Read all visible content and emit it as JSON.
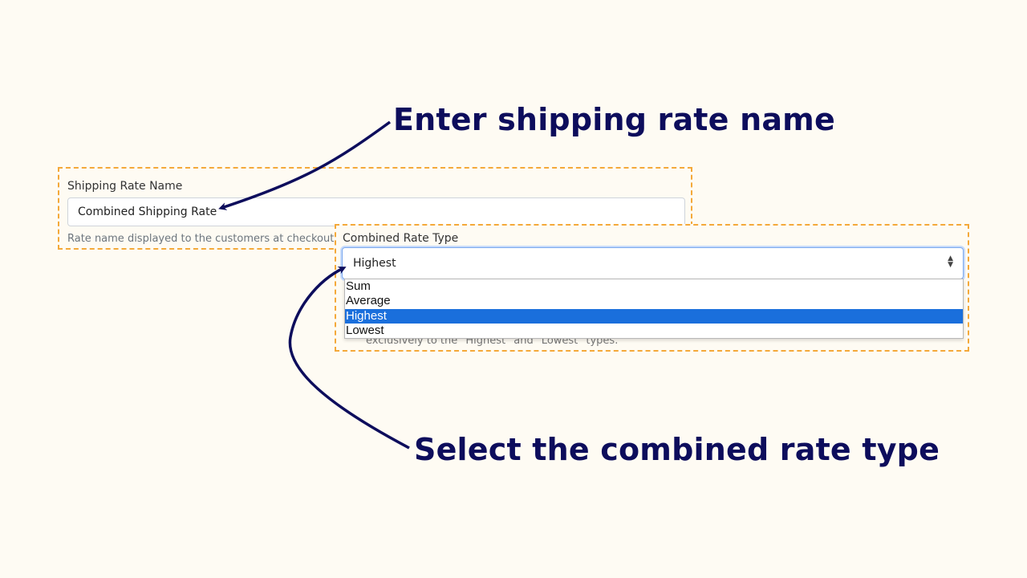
{
  "annotations": {
    "name_callout": "Enter shipping rate name",
    "type_callout": "Select the combined rate type"
  },
  "shipping_rate_name": {
    "label": "Shipping Rate Name",
    "value": "Combined Shipping Rate",
    "help_text": "Rate name displayed to the customers at checkout."
  },
  "combined_rate_type": {
    "label": "Combined Rate Type",
    "selected": "Highest",
    "options": [
      "Sum",
      "Average",
      "Highest",
      "Lowest"
    ],
    "selected_index": 2,
    "help_text_partial": "exclusively to the \"Highest\" and \"Lowest\" types."
  },
  "colors": {
    "annotation_text": "#0d0d5c",
    "highlight_border": "#f4a93a",
    "selected_option_bg": "#1a6fdc",
    "background": "#fefbf3"
  },
  "icons": {
    "select_arrows": "up-down-chevron-icon",
    "callout_arrow": "curved-arrow-icon"
  }
}
